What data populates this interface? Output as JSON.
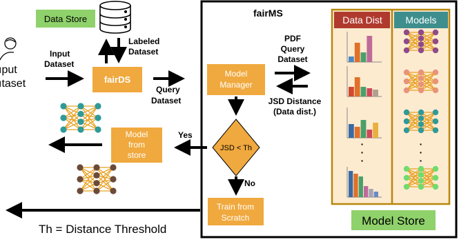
{
  "top": {
    "data_store": "Data Store",
    "labeled_dataset_1": "Labeled",
    "labeled_dataset_2": "Dataset"
  },
  "left": {
    "user_text_1": "ıput",
    "user_text_2": "ıtaset",
    "input_dataset_1": "Input",
    "input_dataset_2": "Dataset",
    "fairds": "fairDS",
    "query_dataset_1": "Query",
    "query_dataset_2": "Dataset",
    "yes": "Yes",
    "model_from_store_1": "Model",
    "model_from_store_2": "from",
    "model_from_store_3": "store",
    "threshold_note": "Th = Distance Threshold"
  },
  "fairms": {
    "title": "fairMS",
    "model_manager_1": "Model",
    "model_manager_2": "Manager",
    "pdf_query_1": "PDF",
    "pdf_query_2": "Query",
    "pdf_query_3": "Dataset",
    "jsd_1": "JSD Distance",
    "jsd_2": "(Data dist.)",
    "decision": "JSD < Th",
    "no": "No",
    "train_1": "Train from",
    "train_2": "Scratch"
  },
  "store": {
    "header_data_dist": "Data Dist",
    "header_models": "Models",
    "label": "Model Store",
    "dots": "·"
  },
  "colors": {
    "orange": "#f0a93e",
    "green_label": "#8fd16b",
    "data_dist_header": "#b03a2e",
    "models_header": "#3e8e8e",
    "store_border": "#b8860b",
    "store_bg": "#fdebd0"
  },
  "icons": [
    "database-icon",
    "user-icon",
    "neural-network-icon",
    "histogram-icon"
  ]
}
